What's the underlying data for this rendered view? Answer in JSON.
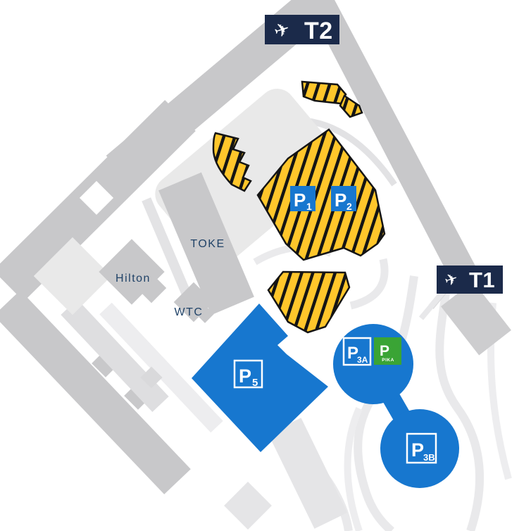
{
  "terminals": {
    "airplane_icon": "✈",
    "t1": {
      "label": "T1"
    },
    "t2": {
      "label": "T2"
    }
  },
  "parking_areas": {
    "p1": {
      "symbol": "P",
      "sub": "1"
    },
    "p2": {
      "symbol": "P",
      "sub": "2"
    },
    "p5": {
      "symbol": "P",
      "sub": "5"
    },
    "p3a": {
      "symbol": "P",
      "sub": "3A"
    },
    "p3b": {
      "symbol": "P",
      "sub": "3B"
    },
    "pika": {
      "symbol": "P",
      "sub": "PIKA"
    }
  },
  "buildings": {
    "toke": "TOKE",
    "hilton": "Hilton",
    "wtc": "WTC"
  },
  "colors": {
    "parking_blue": "#1777cf",
    "terminal_navy": "#1b2a4a",
    "building_label_navy": "#214368",
    "construction_yellow": "#ffc62b",
    "stripe_border_black": "#141414",
    "pika_green": "#3aa435",
    "building_gray": "#c8c8ca",
    "road_gray": "#e9e9eb"
  }
}
